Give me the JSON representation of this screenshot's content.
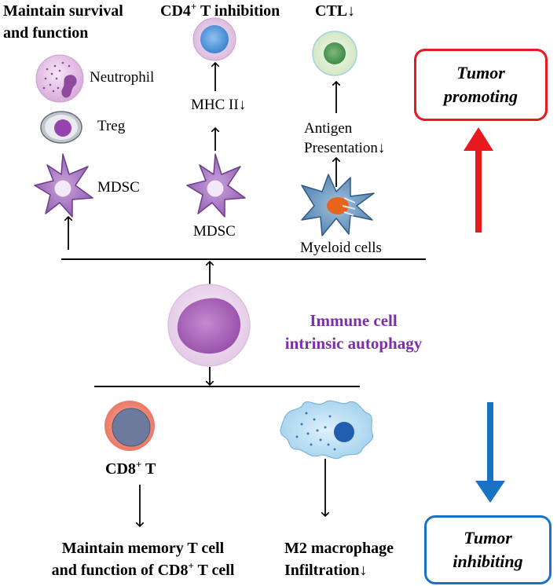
{
  "top": {
    "survival_line1": "Maintain survival",
    "survival_line2": "and function",
    "cd4_prefix": "CD4",
    "cd4_sup": "+",
    "cd4_suffix": " T inhibition",
    "ctl": "CTL↓",
    "neutrophil": "Neutrophil",
    "treg": "Treg",
    "mdsc_left": "MDSC",
    "mhc": "MHC II↓",
    "mdsc_mid": "MDSC",
    "antigen_line1": "Antigen",
    "antigen_line2": "Presentation↓",
    "myeloid": "Myeloid cells"
  },
  "center": {
    "title_line1": "Immune cell",
    "title_line2": "intrinsic autophagy",
    "title_color": "#7b2fa8"
  },
  "bottom": {
    "cd8_prefix": "CD8",
    "cd8_sup": "+",
    "cd8_suffix": " T",
    "memory_line1": "Maintain memory T cell",
    "memory_line2_prefix": "and function of CD8",
    "memory_line2_sup": "+",
    "memory_line2_suffix": " T cell",
    "m2_line1": "M2 macrophage",
    "m2_line2": "Infiltration↓"
  },
  "legend": {
    "promoting_line1": "Tumor",
    "promoting_line2": "promoting",
    "promoting_color": "#e8191f",
    "inhibiting_line1": "Tumor",
    "inhibiting_line2": "inhibiting",
    "inhibiting_color": "#1a73c2"
  }
}
